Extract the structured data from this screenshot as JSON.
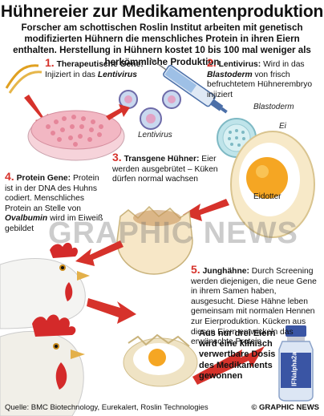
{
  "title": "Hühnereier zur Medikamentenproduktion",
  "subtitle": "Forscher am schottischen Roslin Institut arbeiten mit genetisch modifizierten Hühnern die menschliches Protein in ihren Eiern enthalten. Herstellung in Hühnern kostet 10 bis 100 mal weniger als herkömmliche Produktion",
  "steps": {
    "s1": {
      "num": "1.",
      "head": "Therapeutische Gene:",
      "text": "Injiziert in das ",
      "em": "Lentivirus"
    },
    "s2": {
      "num": "2.",
      "head": "Lentivirus:",
      "text1": "Wird in das ",
      "em": "Blastoderm",
      "text2": " von frisch befruchtetem Hühnerembryo injiziert"
    },
    "s3": {
      "num": "3.",
      "head": "Transgene Hühner:",
      "text": "Eier werden ausgebrütet – Küken dürfen normal wachsen"
    },
    "s4": {
      "num": "4.",
      "head": "Protein Gene:",
      "text1": "Protein ist in der DNA des Huhns codiert. Menschliches Protein an Stelle von ",
      "em": "Ovalbumin",
      "text2": " wird im Eiweiß gebildet"
    },
    "s5": {
      "num": "5.",
      "head": "Junghähne:",
      "text": "Durch Screening werden diejenigen, die neue Gene in ihrem Samen haben, ausgesucht. Diese Hähne leben gemeinsam mit normalen Hennen zur Eierproduktion. Kücken aus diesen Eiern entwickeln das erwünschte Protein"
    }
  },
  "labels": {
    "lentivirus": "Lentivirus",
    "blastoderm": "Blastoderm",
    "ei": "Ei",
    "eidotter": "Eidotter",
    "vial": "IFNalpha2a"
  },
  "final_text": "Aus nur drei Eiern wird eine klinisch verwertbare Dosis des Medikaments gewonnen",
  "watermark": "GRAPHIC NEWS",
  "footer": {
    "source": "Quelle: BMC Biotechnology, Eurekalert, Roslin Technologies",
    "copyright": "© GRAPHIC NEWS"
  },
  "colors": {
    "accent_red": "#d6322b",
    "yolk": "#f5a623",
    "egg": "#f7e9c8",
    "dish": "#f2b7c3"
  }
}
